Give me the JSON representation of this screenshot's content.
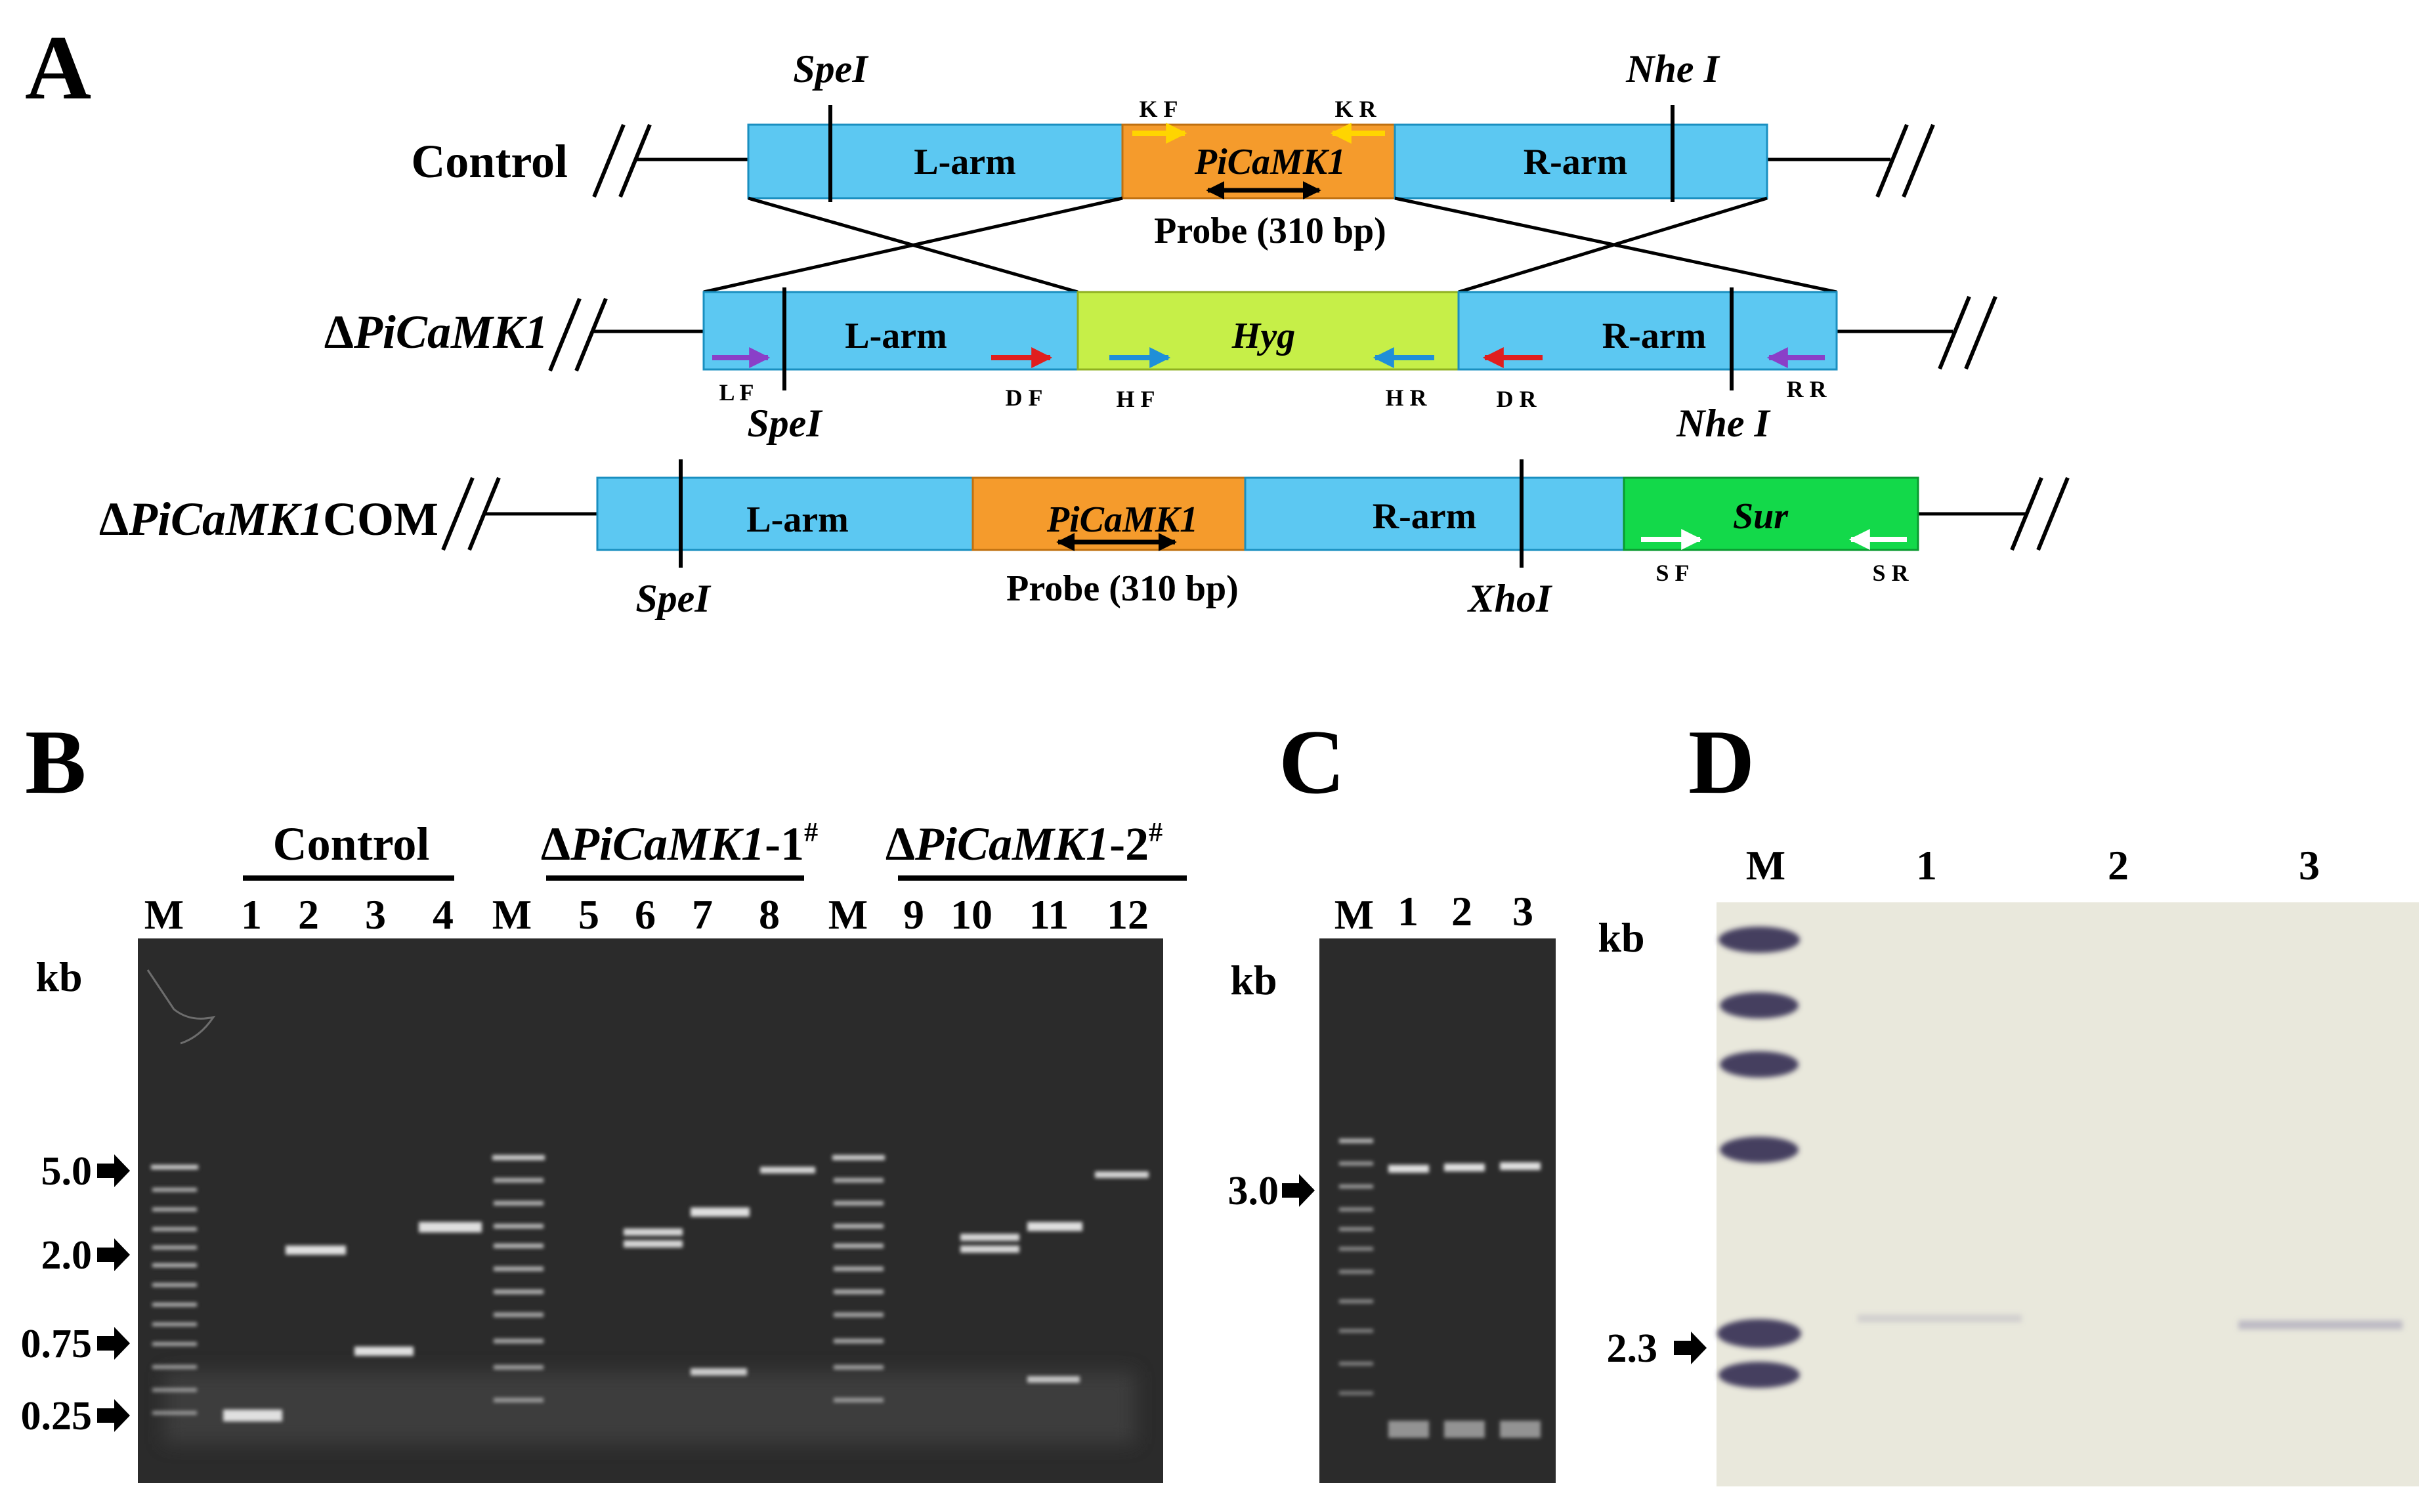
{
  "panel_letters": {
    "a": "A",
    "b": "B",
    "c": "C",
    "d": "D"
  },
  "colors": {
    "arm_blue": "#5cc8f2",
    "gene_orange": "#f59b2c",
    "hyg_green": "#c6ef48",
    "sur_green": "#13d94a",
    "primer_yellow": "#ffd500",
    "primer_purple": "#8a3fc8",
    "primer_red": "#e01e1e",
    "primer_blue": "#1f8fd8",
    "primer_white": "#ffffff",
    "gel_background": "#2b2b2b",
    "blot_background": "#e9e8dc",
    "blot_band": "#3d3558"
  },
  "panel_a": {
    "rows": [
      {
        "label_prefix": "",
        "label_italic": "",
        "label_suffix": "Control",
        "segments": [
          {
            "text": "L-arm",
            "italic": false,
            "color": "arm_blue"
          },
          {
            "text": "PiCaMK1",
            "italic": true,
            "color": "gene_orange"
          },
          {
            "text": "R-arm",
            "italic": false,
            "color": "arm_blue"
          }
        ],
        "sites_above": [
          "SpeI",
          "Nhe I"
        ],
        "primers": [
          "K F",
          "K R"
        ],
        "probe": "Probe (310 bp)"
      },
      {
        "label_prefix": "Δ",
        "label_italic": "PiCaMK1",
        "label_suffix": "",
        "segments": [
          {
            "text": "L-arm",
            "italic": false,
            "color": "arm_blue"
          },
          {
            "text": "Hyg",
            "italic": true,
            "color": "hyg_green"
          },
          {
            "text": "R-arm",
            "italic": false,
            "color": "arm_blue"
          }
        ],
        "sites_below": [
          "SpeI",
          "Nhe I"
        ],
        "primers": [
          "L F",
          "D F",
          "H F",
          "H R",
          "D R",
          "R R"
        ]
      },
      {
        "label_prefix": "Δ",
        "label_italic": "PiCaMK1",
        "label_suffix": "COM",
        "segments": [
          {
            "text": "L-arm",
            "italic": false,
            "color": "arm_blue"
          },
          {
            "text": "PiCaMK1",
            "italic": true,
            "color": "gene_orange"
          },
          {
            "text": "R-arm",
            "italic": false,
            "color": "arm_blue"
          },
          {
            "text": "Sur",
            "italic": true,
            "color": "sur_green"
          }
        ],
        "sites_below": [
          "SpeI",
          "XhoI"
        ],
        "primers": [
          "S F",
          "S R"
        ],
        "probe": "Probe (310 bp)"
      }
    ]
  },
  "panel_b": {
    "groups": [
      {
        "prefix": "",
        "italic": "",
        "suffix": "Control",
        "sup": ""
      },
      {
        "prefix": "Δ",
        "italic": "PiCaMK1",
        "suffix": "-1",
        "sup": "#"
      },
      {
        "prefix": "Δ",
        "italic": "PiCaMK1",
        "suffix": "-2",
        "sup": "#"
      }
    ],
    "lanes": [
      "M",
      "1",
      "2",
      "3",
      "4",
      "M",
      "5",
      "6",
      "7",
      "8",
      "M",
      "9",
      "10",
      "11",
      "12"
    ],
    "unit": "kb",
    "size_markers": [
      "5.0",
      "2.0",
      "0.75",
      "0.25"
    ]
  },
  "panel_c": {
    "lanes": [
      "M",
      "1",
      "2",
      "3"
    ],
    "unit": "kb",
    "size_markers": [
      "3.0"
    ]
  },
  "panel_d": {
    "lanes": [
      "M",
      "1",
      "2",
      "3"
    ],
    "unit": "kb",
    "size_markers": [
      "2.3"
    ]
  }
}
